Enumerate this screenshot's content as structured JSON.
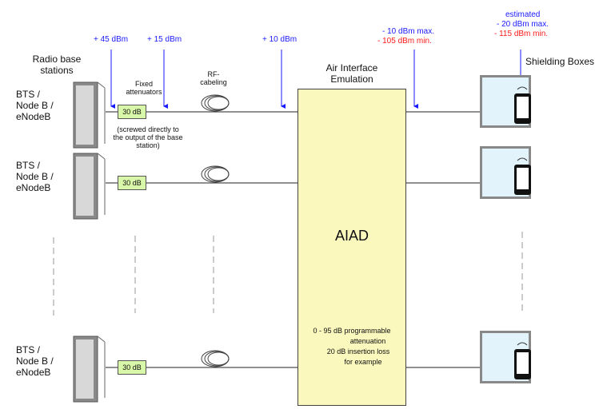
{
  "labels": {
    "radio_base_stations": "Radio base stations",
    "fixed_attenuators": "Fixed attenuators",
    "rf_cabeling": "RF-cabeling",
    "air_interface": "Air Interface Emulation",
    "shielding_boxes": "Shielding Boxes",
    "screwed_note": "(screwed directly to the output of the base station)",
    "aiad": "AIAD",
    "aiad_note_1": "0 - 95 dB programmable",
    "aiad_note_2": "attenuation",
    "aiad_note_3": "20 dB insertion loss",
    "aiad_note_4": "for example"
  },
  "levels": {
    "bts_out": "+ 45 dBm",
    "after_att": "+ 15 dBm",
    "aiad_in": "+ 10 dBm",
    "aiad_out_max": "- 10 dBm max.",
    "aiad_out_min": "- 105 dBm min.",
    "est_label": "estimated",
    "est_max": "- 20 dBm max.",
    "est_min": "- 115 dBm min."
  },
  "rows": [
    {
      "bts": "BTS / Node B / eNodeB",
      "attenuator": "30 dB"
    },
    {
      "bts": "BTS / Node B / eNodeB",
      "attenuator": "30 dB"
    },
    {
      "bts": "BTS / Node B / eNodeB",
      "attenuator": "30 dB"
    }
  ],
  "colors": {
    "max_level": "#1a1aff",
    "min_level": "#ff1a1a",
    "aiad_fill": "#faf8bd",
    "attenuator_fill": "#d9f7a8",
    "box_fill": "#e3f3fb"
  }
}
